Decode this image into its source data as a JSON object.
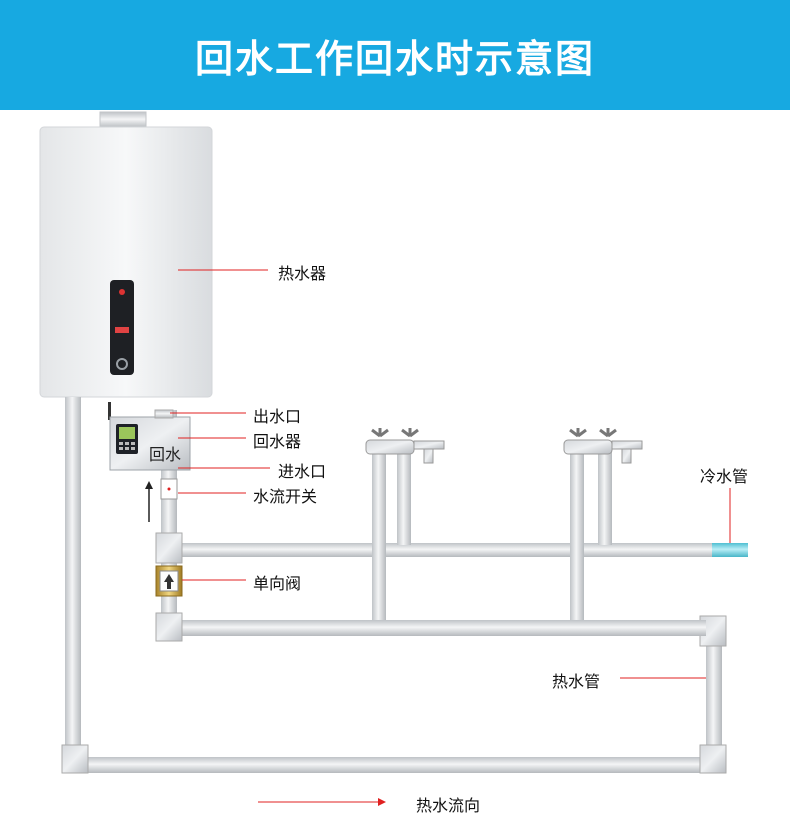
{
  "title": "回水工作回水时示意图",
  "labels": {
    "water_heater": "热水器",
    "outlet": "出水口",
    "recirculator": "回水器",
    "inlet": "进水口",
    "flow_switch": "水流开关",
    "check_valve": "单向阀",
    "cold_pipe": "冷水管",
    "hot_pipe": "热水管",
    "hot_flow": "热水流向"
  },
  "device_text": "回水",
  "colors": {
    "header": "#17a9e1",
    "leader_line": "#e02020",
    "cold_water": "#6fd3e3"
  }
}
